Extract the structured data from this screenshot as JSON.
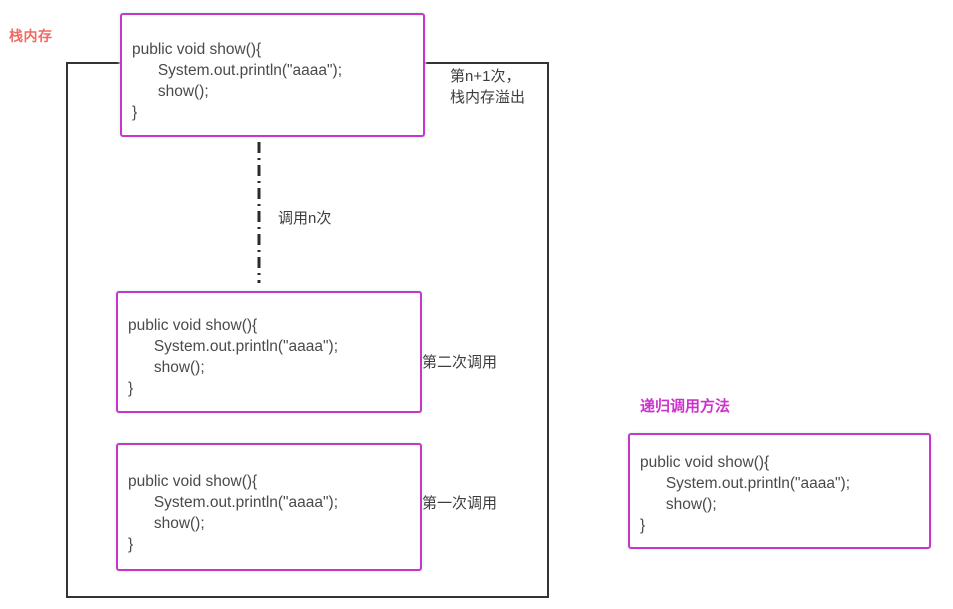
{
  "diagram": {
    "title_stack": "栈内存",
    "title_recursive": "递归调用方法",
    "code_snippet": "public void show(){\n      System.out.println(\"aaaa\");\n      show();\n}",
    "frames": [
      {
        "id": "frame-n-plus-1",
        "code": "public void show(){\n      System.out.println(\"aaaa\");\n      show();\n}",
        "annotation": "第n+1次，\n栈内存溢出"
      },
      {
        "id": "frame-second-call",
        "code": "public void show(){\n      System.out.println(\"aaaa\");\n      show();\n}",
        "annotation": "第二次调用"
      },
      {
        "id": "frame-first-call",
        "code": "public void show(){\n      System.out.println(\"aaaa\");\n      show();\n}",
        "annotation": "第一次调用"
      }
    ],
    "connector_label": "调用n次",
    "method_box": {
      "code": "public void show(){\n      System.out.println(\"aaaa\");\n      show();\n}"
    },
    "colors": {
      "box_border": "#cc33cc",
      "stack_frame_border": "#333333",
      "stack_label": "#ef6a62",
      "recursive_label": "#cc33cc",
      "code_text": "#4a4a4a",
      "annotation_text": "#3d3d3d",
      "background": "#ffffff"
    }
  }
}
